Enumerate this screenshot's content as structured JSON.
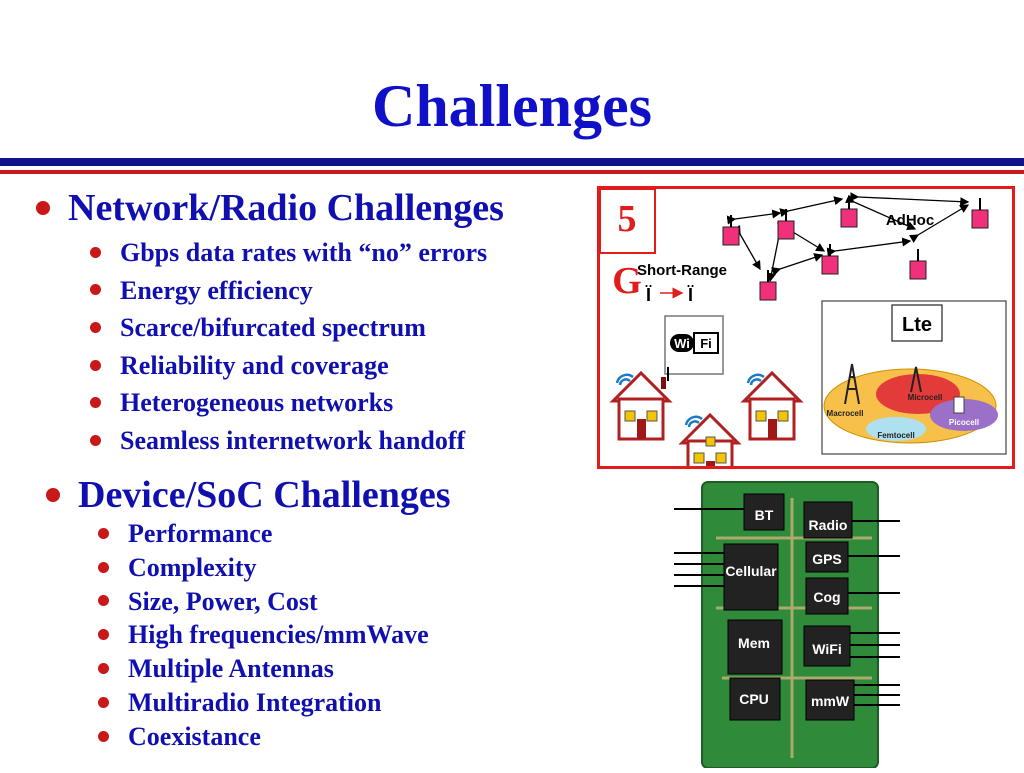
{
  "title": "Challenges",
  "network": {
    "heading": "Network/Radio Challenges",
    "items": [
      "Gbps data rates with “no” errors",
      "Energy efficiency",
      "Scarce/bifurcated spectrum",
      "Reliability and coverage",
      "Heterogeneous networks",
      "Seamless internetwork handoff"
    ],
    "figure": {
      "badge_top": "5",
      "badge_bottom": "G",
      "adhoc_label": "AdHoc",
      "short_range_label": "Short-Range",
      "wifi_wi": "Wi",
      "wifi_fi": "Fi",
      "lte_label": "Lte",
      "macrocell": "Macrocell",
      "microcell": "Microcell",
      "picocell": "Picocell",
      "femtocell": "Femtocell"
    }
  },
  "device": {
    "heading": "Device/SoC Challenges",
    "items": [
      "Performance",
      "Complexity",
      "Size, Power, Cost",
      "High frequencies/mmWave",
      "Multiple Antennas",
      "Multiradio Integration",
      "Coexistance"
    ],
    "chips": {
      "bt": "BT",
      "radio": "Radio",
      "cellular": "Cellular",
      "gps": "GPS",
      "cog": "Cog",
      "mem": "Mem",
      "wifi": "WiFi",
      "cpu": "CPU",
      "mmw": "mmW"
    }
  },
  "colors": {
    "title": "#1010c8",
    "text": "#1010b0",
    "bullet": "#c81818",
    "frame": "#e21b1b",
    "node": "#f0307a",
    "board": "#2f8a3a",
    "chip": "#2a2a2a"
  }
}
